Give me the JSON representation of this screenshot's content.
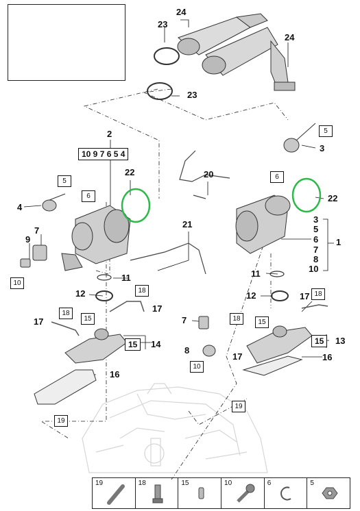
{
  "callouts": {
    "c24a": "24",
    "c23a": "23",
    "c24b": "24",
    "c23b": "23",
    "c2": "2",
    "c22l": "22",
    "c4": "4",
    "c7l": "7",
    "c9": "9",
    "c11l": "11",
    "c12l": "12",
    "c17a": "17",
    "c17b": "17",
    "c14": "14",
    "c16l": "16",
    "c20": "20",
    "c21": "21",
    "c3": "3",
    "c22r": "22",
    "c1": "1",
    "r3": "3",
    "r5": "5",
    "r6": "6",
    "r7": "7",
    "r8": "8",
    "r10": "10",
    "c11r": "11",
    "c12r": "12",
    "c17r": "17",
    "c7m": "7",
    "c8m": "8",
    "c17m": "17",
    "c13": "13",
    "c16r": "16"
  },
  "left_group_label": "10 9 7  6 5 4",
  "group_labels": {
    "g15a": "15",
    "g15b": "15"
  },
  "boxes": {
    "b5a": "5",
    "b6a": "6",
    "b10a": "10",
    "b18a": "18",
    "b18b": "18",
    "b15a": "15",
    "b19a": "19",
    "b5r": "5",
    "b6r": "6",
    "b18c": "18",
    "b18d": "18",
    "b15r": "15",
    "b10m": "10",
    "b19b": "19"
  },
  "legend": [
    {
      "num": "19",
      "icon": "pin-icon"
    },
    {
      "num": "18",
      "icon": "stud-icon"
    },
    {
      "num": "15",
      "icon": "sleeve-icon"
    },
    {
      "num": "10",
      "icon": "screw-icon"
    },
    {
      "num": "6",
      "icon": "clip-icon"
    },
    {
      "num": "5",
      "icon": "nut-icon"
    }
  ],
  "colors": {
    "gasket_green": "#2db84a",
    "line": "#111111",
    "ghost_engine": "#d9d9d9"
  }
}
